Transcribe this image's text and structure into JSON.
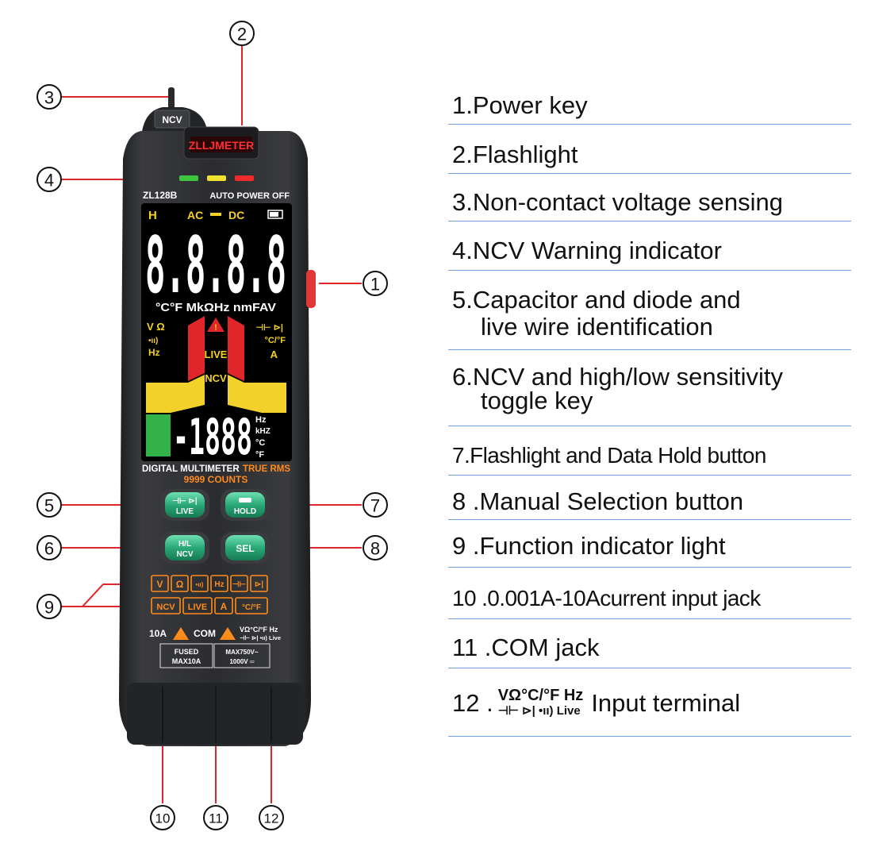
{
  "device": {
    "brand": "ZLLJMETER",
    "ncv_tab": "NCV",
    "model": "ZL128B",
    "auto_power_off": "AUTO POWER OFF",
    "lcd": {
      "hold_flag": "H",
      "ac_label": "AC",
      "dc_label": "DC",
      "main_reading": "8.8.8.8",
      "units_row": "°C°F MkΩHz nmFAV",
      "left_icons_1": "V Ω",
      "left_icons_2": "•ıı)",
      "left_icons_3": "Hz",
      "right_icons_1": "⊣⊢ ⊳|",
      "right_icons_2": "°C/°F",
      "right_icons_3": "A",
      "live_label": "LIVE",
      "ncv_label": "NCV",
      "warning_symbol": "!",
      "sub_reading": "-1888",
      "sub_unit_hz": "Hz",
      "sub_unit_khz": "kHZ",
      "sub_unit_c": "°C",
      "sub_unit_f": "°F"
    },
    "banner": {
      "digital_multimeter": "DIGITAL MULTIMETER",
      "true_rms": "TRUE RMS",
      "counts": "9999 COUNTS"
    },
    "buttons": {
      "live_top": "⊣⊢ ⊳|",
      "live_bottom": "LIVE",
      "hold": "HOLD",
      "hl_top": "H/L",
      "hl_bottom": "NCV",
      "sel": "SEL"
    },
    "indicators_row1": [
      "V",
      "Ω",
      "•ıı)",
      "Hz",
      "⊣⊢",
      "⊳|"
    ],
    "indicators_row2": [
      "NCV",
      "LIVE",
      "A",
      "°C/°F"
    ],
    "jacks": {
      "label_10a": "10A",
      "label_com": "COM",
      "label_v_top": "VΩ°C/°F Hz",
      "label_v_bottom": "⊣⊢ ⊳| •ıı) Live",
      "fused_1": "FUSED",
      "fused_2": "MAX10A",
      "max_1": "MAX750V~",
      "max_2": "1000V ═"
    },
    "callout_numbers": [
      "1",
      "2",
      "3",
      "4",
      "5",
      "6",
      "7",
      "8",
      "9",
      "10",
      "11",
      "12"
    ]
  },
  "legend": [
    {
      "line1": "1.Power key"
    },
    {
      "line1": "2.Flashlight"
    },
    {
      "line1": "3.Non-contact voltage sensing"
    },
    {
      "line1": "4.NCV Warning indicator"
    },
    {
      "line1": "5.Capacitor and diode and",
      "line2": "live wire identification"
    },
    {
      "line1": "6.NCV and high/low sensitivity",
      "line2": "toggle key"
    },
    {
      "line1": "7.Flashlight and Data Hold button"
    },
    {
      "line1": "8 .Manual Selection button"
    },
    {
      "line1": "9 .Function indicator light"
    },
    {
      "line1": "10 .0.001A-10Acurrent input jack"
    },
    {
      "line1": "11 .COM jack"
    },
    {
      "line1": "12 .",
      "symbols_top": "VΩ°C/°F Hz",
      "symbols_bottom": "⊣⊢ ⊳| •ıı) Live",
      "after": "Input terminal"
    }
  ],
  "colors": {
    "callout_line": "#e0262b",
    "body": "#2b2c2e",
    "lcd_bg": "#000000",
    "button_green": "#2aa876",
    "indicator_orange": "#ff8c1a",
    "legend_rule": "#6f9fe0"
  }
}
